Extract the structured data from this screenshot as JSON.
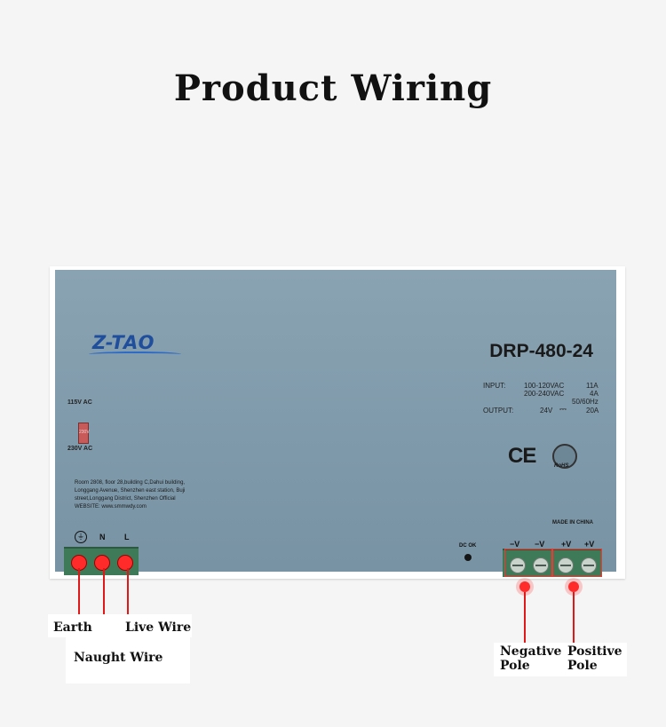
{
  "title": "Product Wiring",
  "device": {
    "brand": "Z-TAO",
    "model": "DRP-480-24",
    "input_label": "INPUT:",
    "input_line1_voltage": "100-120VAC",
    "input_line1_current": "11A",
    "input_line2_voltage": "200-240VAC",
    "input_line2_current": "4A",
    "input_freq": "50/60Hz",
    "output_label": "OUTPUT:",
    "output_voltage": "24V",
    "output_dc_symbol": "⎓",
    "output_current": "20A",
    "switch_top": "115V AC",
    "switch_mid": "230V",
    "switch_bottom": "230V AC",
    "address_lines": [
      "Room 2808, floor 28,building C,Dahui building,",
      "Longgang Avenue, Shenzhen east station, Buji",
      "street,Longgang District, Shenzhen Official",
      "WEBSITE: www.smmwdy.com"
    ],
    "ce_mark": "CE",
    "rohs_mark": "RoHS",
    "made_in": "MADE IN CHINA",
    "dc_ok": "DC OK",
    "earth_symbol": "⏚",
    "left_terminals": [
      "N",
      "L"
    ],
    "right_terminals": [
      "−V",
      "−V",
      "+V",
      "+V"
    ]
  },
  "labels": {
    "earth": "Earth",
    "live": "Live Wire",
    "neutral": "Naught Wire",
    "negative_line1": "Negative",
    "negative_line2": "Pole",
    "positive_line1": "Positive",
    "positive_line2": "Pole"
  },
  "colors": {
    "background": "#f5f5f5",
    "panel": "#8aa3b2",
    "terminal_block": "#3e7a58",
    "marker_red": "#ff2a2a",
    "logo_blue": "#1f4e9c"
  }
}
